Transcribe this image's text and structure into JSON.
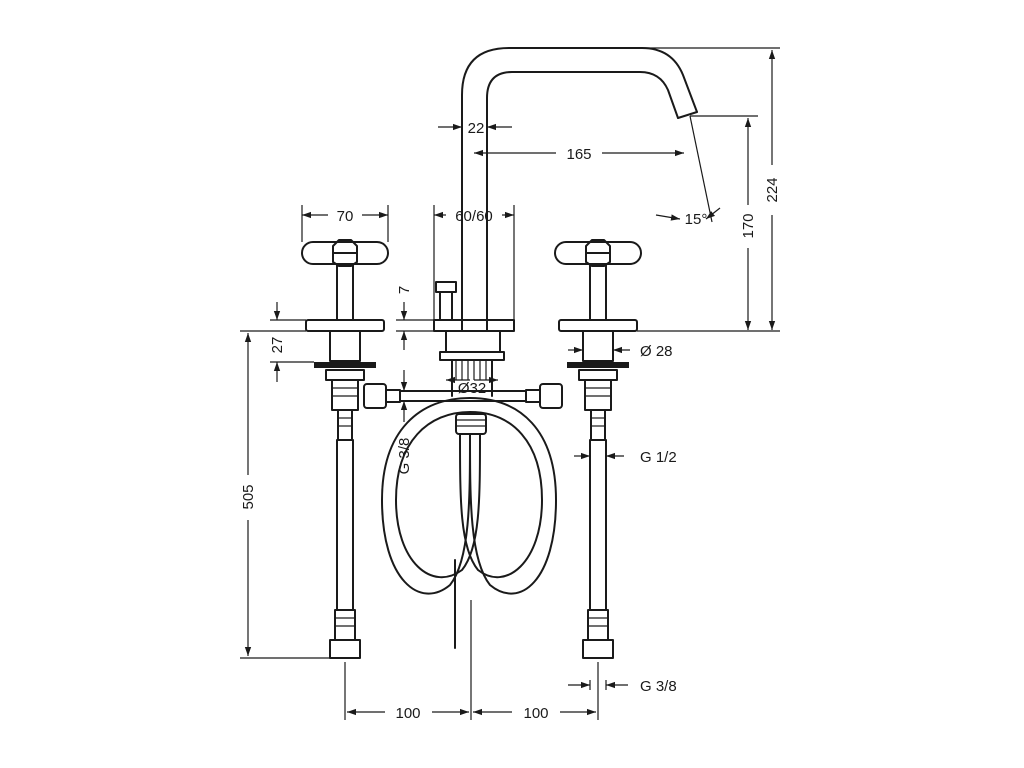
{
  "dimensions": {
    "d_22": "22",
    "d_165": "165",
    "d_70": "70",
    "d_60_60": "60/60",
    "d_15deg": "15°",
    "d_170": "170",
    "d_224": "224",
    "d_7": "7",
    "d_27": "27",
    "d_28": "Ø 28",
    "d_32": "Ø32",
    "d_g38_hose": "G 3/8",
    "d_g12": "G 1/2",
    "d_505": "505",
    "d_g38_bottom": "G 3/8",
    "d_100_left": "100",
    "d_100_right": "100"
  }
}
